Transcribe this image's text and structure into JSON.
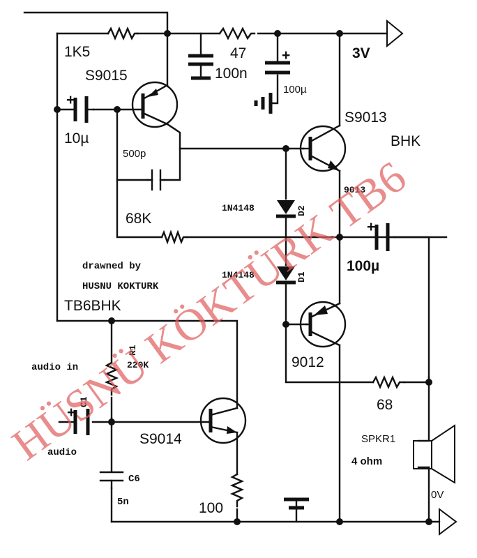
{
  "labels": {
    "r_1k5": "1K5",
    "q_s9015": "S9015",
    "c_10u": "10µ",
    "c_500p": "500p",
    "r_68k": "68K",
    "r_47": "47",
    "c_100n": "100n",
    "c_100u_supply": "100µ",
    "v_3v": "3V",
    "q_s9013": "S9013",
    "callsign_bhk": "BHK",
    "q_9013_small": "9013",
    "d2_part": "1N4148",
    "d2_ref": "D2",
    "d1_part": "1N4148",
    "d1_ref": "D1",
    "c_100u_out": "100µ",
    "q_9012": "9012",
    "r_68": "68",
    "spkr_ref": "SPKR1",
    "spkr_ohm": "4 ohm",
    "v_0v": "0V",
    "drawn_line1": "drawned by",
    "drawn_line2": "HUSNU KOKTURK",
    "callsign_tb6bhk": "TB6BHK",
    "r1_ref": "R1",
    "r1_val": "220K",
    "audio_in": "audio in",
    "c1_ref": "C1",
    "audio": "audio",
    "q_s9014": "S9014",
    "c6_ref": "C6",
    "c6_val": "5n",
    "r_100": "100"
  },
  "watermark": {
    "text": "HÜSNÜ KÖKTÜRK TB6",
    "color": "#e06060"
  }
}
